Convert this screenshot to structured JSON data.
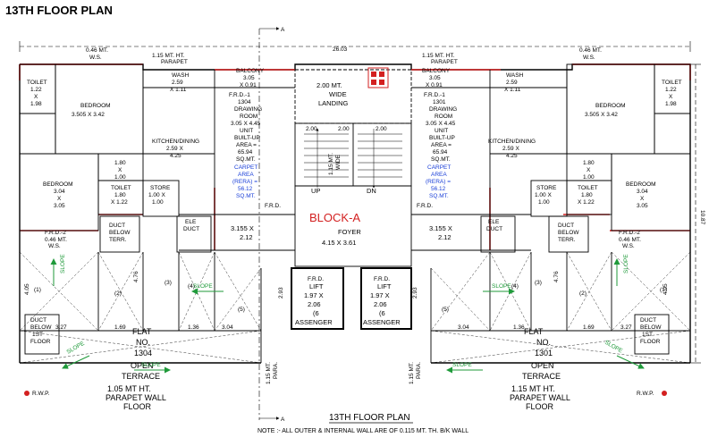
{
  "page_title": "13TH FLOOR PLAN",
  "bottom_title": "13TH FLOOR PLAN",
  "note": "NOTE :- ALL OUTER & INTERNAL WALL ARE OF 0.115 MT. TH. B/K WALL",
  "block_name": "BLOCK-A",
  "colors": {
    "wall_red": "#d32020",
    "link_blue": "#1a3fd8",
    "slope_green": "#1f9a3a"
  },
  "dimensions": {
    "overall_width": "26.03",
    "overall_depth": "10.87",
    "section_mark": "A"
  },
  "core": {
    "landing": [
      "2.00 MT.",
      "WIDE",
      "LANDING"
    ],
    "stair_left": "2.00",
    "stair_right": "2.00",
    "stair_mid": "2.00",
    "flight": [
      "1.15 MT.",
      "WIDE"
    ],
    "up": "UP",
    "dn": "DN",
    "foyer": [
      "FOYER",
      "4.15 X 3.61"
    ],
    "frd_left": "F.R.D.",
    "frd_right": "F.R.D.",
    "lift_left": [
      "F.R.D.",
      "LIFT",
      "1.97 X",
      "2.06",
      "(6",
      "ASSENGER"
    ],
    "lift_right": [
      "F.R.D.",
      "LIFT",
      "1.97 X",
      "2.06",
      "(6",
      "ASSENGER"
    ],
    "passage_dim": "2.93",
    "para": [
      "1.15 MT.",
      "PARA."
    ]
  },
  "left_unit": {
    "parapet_top": [
      "1.15 MT. HT.",
      "PARAPET"
    ],
    "ws_top": [
      "0.46 MT.",
      "W.S."
    ],
    "balcony": [
      "BALCONY",
      "3.05",
      "X 0.91"
    ],
    "wash": [
      "WASH",
      "2.59",
      "X 1.11"
    ],
    "toilet1": [
      "TOILET",
      "1.22",
      "X",
      "1.98"
    ],
    "bedroom1": [
      "BEDROOM",
      "3.505 X 3.42"
    ],
    "drawing": [
      "F.R.D.-1",
      "1304",
      "DRAWING",
      "ROOM",
      "3.05 X 4.45",
      "UNIT",
      "BUILT-UP",
      "AREA =",
      "65.94",
      "SQ.MT."
    ],
    "carpet": [
      "CARPET",
      "AREA",
      "(RERA) =",
      "56.12",
      "SQ.MT."
    ],
    "kitchen": [
      "KITCHEN/DINING",
      "2.59 X",
      "4.25"
    ],
    "passage": [
      "1.80",
      "X",
      "1.00"
    ],
    "toilet2": [
      "TOILET",
      "1.80",
      "X 1.22"
    ],
    "bedroom2": [
      "BEDROOM",
      "3.04",
      "X",
      "3.05"
    ],
    "store": [
      "STORE",
      "1.00 X",
      "1.00"
    ],
    "frd2": "F.R.D.-2",
    "ws_side": [
      "0.46 MT.",
      "W.S."
    ],
    "duct": [
      "DUCT",
      "BELOW",
      "TERR."
    ],
    "ele_duct": [
      "ELE",
      "DUCT"
    ],
    "lobby": [
      "3.155 X",
      "2.12"
    ],
    "terrace": [
      "FLAT",
      "NO.",
      "1304",
      "OPEN",
      "TERRACE",
      "1.05 MT HT.",
      "PARAPET WALL",
      "FLOOR"
    ],
    "dims": {
      "a": "4.05",
      "b": "4.76",
      "c": "1.69",
      "d": "1.36",
      "e": "3.04",
      "f": "3.27",
      "g": "1.15"
    },
    "slope": "SLOPE",
    "rwp": "R.W.P.",
    "duct_1st": [
      "DUCT",
      "BELOW",
      "1ST",
      "FLOOR"
    ],
    "marks": [
      "(1)",
      "(2)",
      "(3)",
      "(4)",
      "(5)"
    ]
  },
  "right_unit": {
    "parapet_top": [
      "1.15 MT. HT.",
      "PARAPET"
    ],
    "ws_top": [
      "0.46 MT.",
      "W.S."
    ],
    "balcony": [
      "BALCONY",
      "3.05",
      "X 0.91"
    ],
    "wash": [
      "WASH",
      "2.59",
      "X 1.11"
    ],
    "toilet1": [
      "TOILET",
      "1.22",
      "X",
      "1.98"
    ],
    "bedroom1": [
      "BEDROOM",
      "3.505 X 3.42"
    ],
    "drawing": [
      "F.R.D.-1",
      "1301",
      "DRAWING",
      "ROOM",
      "3.05 X 4.45",
      "UNIT",
      "BUILT-UP",
      "AREA =",
      "65.94",
      "SQ.MT."
    ],
    "carpet": [
      "CARPET",
      "AREA",
      "(RERA) =",
      "56.12",
      "SQ.MT."
    ],
    "kitchen": [
      "KITCHEN/DINING",
      "2.59 X",
      "4.25"
    ],
    "passage": [
      "1.80",
      "X",
      "1.00"
    ],
    "toilet2": [
      "TOILET",
      "1.80",
      "X 1.22"
    ],
    "bedroom2": [
      "BEDROOM",
      "3.04",
      "X",
      "3.05"
    ],
    "store": [
      "STORE",
      "1.00 X",
      "1.00"
    ],
    "frd2": "F.R.D.-2",
    "ws_side": [
      "0.46 MT.",
      "W.S."
    ],
    "duct": [
      "DUCT",
      "BELOW",
      "TERR."
    ],
    "ele_duct": [
      "ELE",
      "DUCT"
    ],
    "lobby": [
      "3.155 X",
      "2.12"
    ],
    "terrace": [
      "FLAT",
      "NO.",
      "1301",
      "OPEN",
      "TERRACE",
      "1.15 MT HT.",
      "PARAPET WALL",
      "FLOOR"
    ],
    "dims": {
      "a": "4.05",
      "b": "4.76",
      "c": "1.69",
      "d": "1.36",
      "e": "3.04",
      "f": "3.27",
      "g": "1.15"
    },
    "slope": "SLOPE",
    "rwp": "R.W.P.",
    "duct_1st": [
      "DUCT",
      "BELOW",
      "1ST",
      "FLOOR"
    ],
    "marks": [
      "(1)",
      "(2)",
      "(3)",
      "(4)",
      "(5)"
    ]
  }
}
